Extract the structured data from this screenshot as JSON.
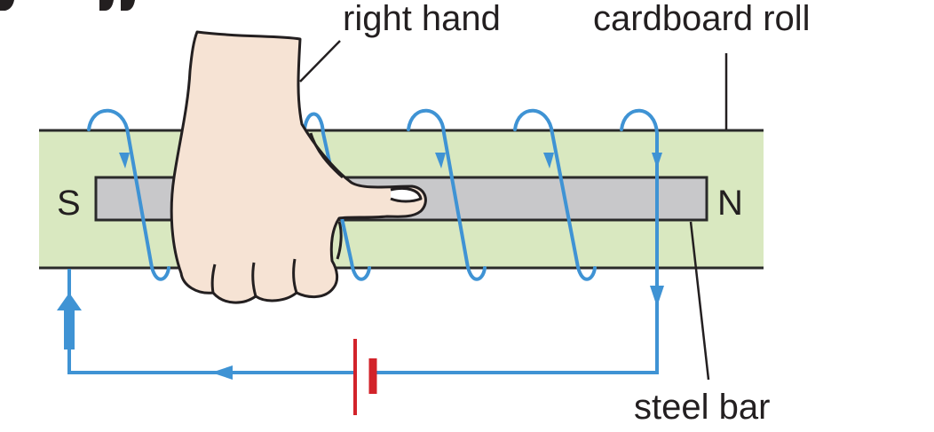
{
  "labels": {
    "right_hand": "right hand",
    "cardboard_roll": "cardboard roll",
    "steel_bar": "steel bar",
    "pole_south": "S",
    "pole_north": "N"
  },
  "colors": {
    "roll_fill": "#d9e8c0",
    "roll_edge": "#2a2a2a",
    "bar_fill": "#c8c8ca",
    "coil": "#3f93d4",
    "battery": "#d2232a",
    "hand_fill": "#f6e3d4",
    "ink": "#231f20"
  }
}
